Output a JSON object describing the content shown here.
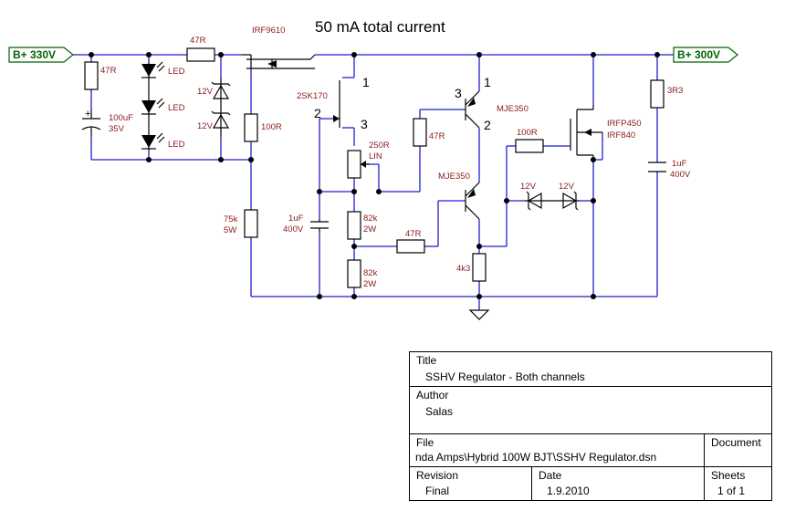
{
  "header": {
    "title": "50 mA total current"
  },
  "rails": {
    "input": "B+ 330V",
    "output": "B+ 300V"
  },
  "components": {
    "r_in": "47R",
    "c_in": [
      "100uF",
      "35V"
    ],
    "leds": [
      "LED",
      "LED",
      "LED"
    ],
    "r_series": "47R",
    "zeners_left": [
      "12V",
      "12V"
    ],
    "mosfet_pass": "IRF9610",
    "r_100": "100R",
    "r_75k": [
      "75k",
      "5W"
    ],
    "jfet": "2SK170",
    "jfet_pins": [
      "1",
      "2",
      "3"
    ],
    "pot": [
      "250R",
      "LIN"
    ],
    "c_mid": [
      "1uF",
      "400V"
    ],
    "r_82k_a": [
      "82k",
      "2W"
    ],
    "r_82k_b": [
      "82k",
      "2W"
    ],
    "r_47_mid": "47R",
    "r_47_gate": "47R",
    "bjt_top": "MJE350",
    "bjt_top_pins": [
      "3",
      "1",
      "2"
    ],
    "bjt_bottom": "MJE350",
    "r_4k3": "4k3",
    "r_100_gate": "100R",
    "zeners_right": [
      "12V",
      "12V"
    ],
    "mosfet_out": [
      "IRFP450",
      "IRF840"
    ],
    "r_3r3": "3R3",
    "c_out": [
      "1uF",
      "400V"
    ]
  },
  "title_block": {
    "title_caption": "Title",
    "title_value": "SSHV Regulator - Both channels",
    "author_caption": "Author",
    "author_value": "Salas",
    "file_caption": "File",
    "file_value": "nda Amps\\Hybrid 100W BJT\\SSHV Regulator.dsn",
    "document_caption": "Document",
    "document_value": "",
    "revision_caption": "Revision",
    "revision_value": "Final",
    "date_caption": "Date",
    "date_value": "1.9.2010",
    "sheets_caption": "Sheets",
    "sheets_value": "1 of 1"
  }
}
